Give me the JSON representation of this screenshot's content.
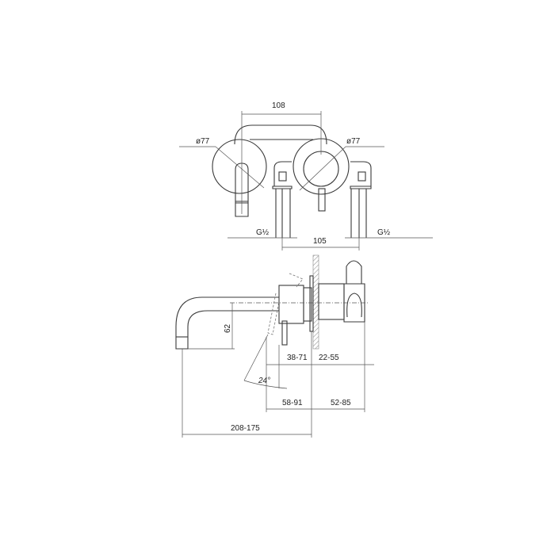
{
  "dimensions": {
    "top_width": "108",
    "left_diameter": "ø77",
    "right_diameter": "ø77",
    "left_thread": "G½",
    "right_thread": "G½",
    "inlet_spacing": "105",
    "spout_height": "62",
    "front_range": "38-71",
    "back_range": "22-55",
    "lever_angle": "24°",
    "front_depth": "58-91",
    "back_depth": "52-85",
    "spout_reach": "208-175"
  },
  "colors": {
    "line": "#3a3a3a",
    "hatch": "#888888"
  }
}
